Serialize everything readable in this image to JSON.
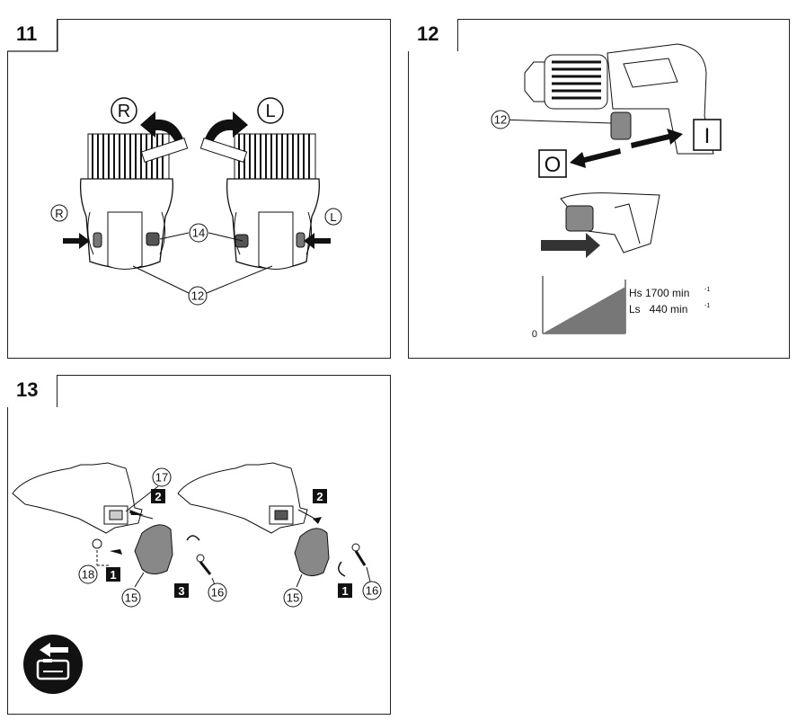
{
  "figures": {
    "fig11": {
      "number": "11",
      "dir_right_symbol": "R",
      "dir_left_symbol": "L",
      "callouts": {
        "button": "12",
        "lever": "14"
      }
    },
    "fig12": {
      "number": "12",
      "callout_switch": "12",
      "off_symbol": "O",
      "on_symbol": "I",
      "speed_high": "Hs 1700 min",
      "speed_low": "Ls   440 min",
      "speed_unit_exp": "-1",
      "origin": "0"
    },
    "fig13": {
      "number": "13",
      "steps_left": {
        "step1": "1",
        "step2": "2",
        "step3": "3"
      },
      "steps_right": {
        "step1": "1",
        "step2": "2"
      },
      "callouts": {
        "c15": "15",
        "c16": "16",
        "c17": "17",
        "c18": "18"
      },
      "badge_icon": "battery-removal-icon"
    }
  }
}
